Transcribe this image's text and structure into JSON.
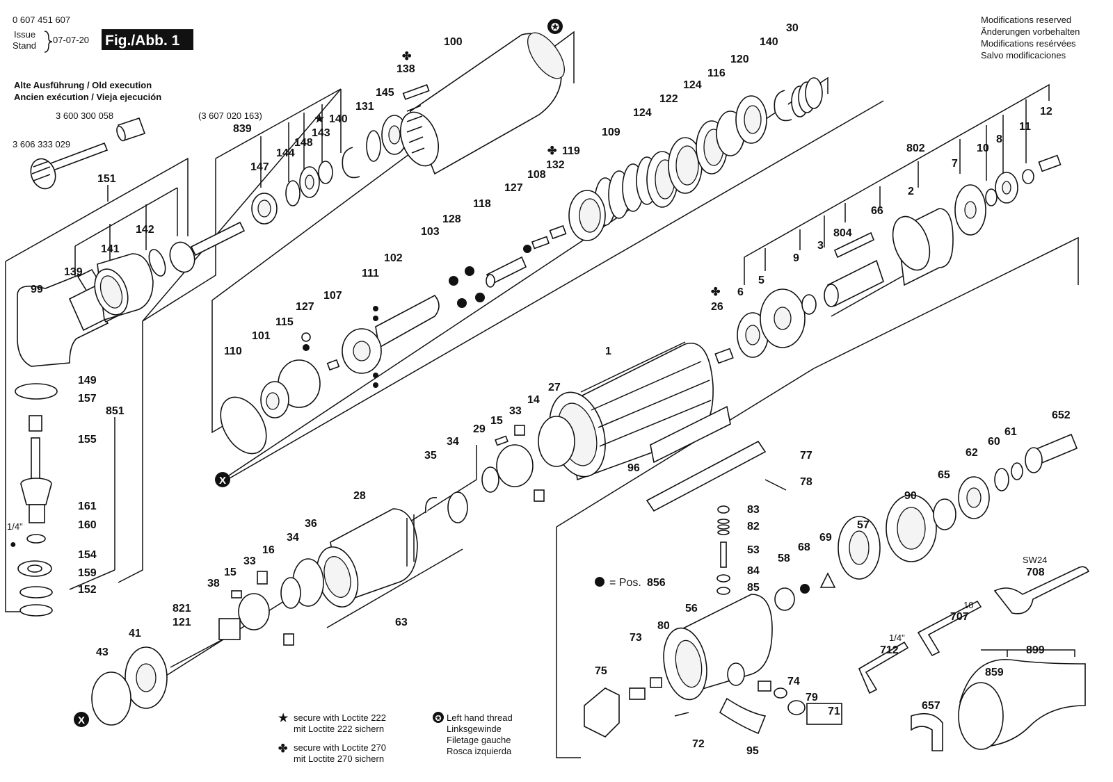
{
  "header": {
    "doc_number": "0 607 451 607",
    "issue_label_1": "Issue",
    "issue_label_2": "Stand",
    "issue_date": "07-07-20",
    "figure_label": "Fig./Abb. 1"
  },
  "modifications": [
    "Modifications reserved",
    "Änderungen vorbehalten",
    "Modifications resérvées",
    "Salvo modificaciones"
  ],
  "old_execution": {
    "line1": "Alte Ausführung / Old execution",
    "line2": "Ancien exécution / Vieja ejecución",
    "part_a": "3 600 300 058",
    "part_b": "3 606 333 029",
    "ref": "(3 607 020 163)"
  },
  "legend": {
    "pos_label": "= Pos.",
    "pos_number": "856",
    "star_1": "secure with Loctite 222",
    "star_2": "mit Loctite 222 sichern",
    "clover_1": "secure with Loctite 270",
    "clover_2": "mit Loctite 270 sichern",
    "lh_1": "Left hand thread",
    "lh_2": "Linksgewinde",
    "lh_3": "Filetage gauche",
    "lh_4": "Rosca izquierda"
  },
  "symbols": {
    "cross": "X",
    "dot": "●",
    "star": "★",
    "clover": "✤",
    "lh": "✪"
  },
  "tools": {
    "wrench_size": "SW24",
    "wrench_part": "708",
    "hex10_size": "10",
    "hex10_part": "707",
    "hex14_size": "1/4\"",
    "hex14_part": "712",
    "quarter_inch": "1/4\""
  },
  "callouts": {
    "c1": "1",
    "c2": "2",
    "c3": "3",
    "c5": "5",
    "c6": "6",
    "c7": "7",
    "c8": "8",
    "c9": "9",
    "c10": "10",
    "c11": "11",
    "c12": "12",
    "c14": "14",
    "c15a": "15",
    "c15b": "15",
    "c16": "16",
    "c26": "26",
    "c27": "27",
    "c28": "28",
    "c29": "29",
    "c30": "30",
    "c33a": "33",
    "c33b": "33",
    "c34a": "34",
    "c34b": "34",
    "c35": "35",
    "c36": "36",
    "c38": "38",
    "c41": "41",
    "c43": "43",
    "c53": "53",
    "c56": "56",
    "c57": "57",
    "c58": "58",
    "c60": "60",
    "c61": "61",
    "c62": "62",
    "c63": "63",
    "c65": "65",
    "c66": "66",
    "c68": "68",
    "c69": "69",
    "c71": "71",
    "c72": "72",
    "c73": "73",
    "c74": "74",
    "c75": "75",
    "c77": "77",
    "c78": "78",
    "c79": "79",
    "c80": "80",
    "c82": "82",
    "c83": "83",
    "c84": "84",
    "c85": "85",
    "c90": "90",
    "c95": "95",
    "c96": "96",
    "c99": "99",
    "c100": "100",
    "c101": "101",
    "c102": "102",
    "c103": "103",
    "c107": "107",
    "c108": "108",
    "c109": "109",
    "c110": "110",
    "c111": "111",
    "c115": "115",
    "c116": "116",
    "c118": "118",
    "c119": "119",
    "c120": "120",
    "c121": "121",
    "c122": "122",
    "c124a": "124",
    "c124b": "124",
    "c127a": "127",
    "c127b": "127",
    "c128": "128",
    "c131": "131",
    "c132": "132",
    "c138": "138",
    "c139": "139",
    "c140a": "140",
    "c140b": "140",
    "c141": "141",
    "c142": "142",
    "c143": "143",
    "c144": "144",
    "c145": "145",
    "c147": "147",
    "c148": "148",
    "c149": "149",
    "c151": "151",
    "c152": "152",
    "c154": "154",
    "c155": "155",
    "c157": "157",
    "c159": "159",
    "c160": "160",
    "c161": "161",
    "c652": "652",
    "c657": "657",
    "c802": "802",
    "c804": "804",
    "c821": "821",
    "c839": "839",
    "c851": "851",
    "c859": "859",
    "c899": "899"
  }
}
